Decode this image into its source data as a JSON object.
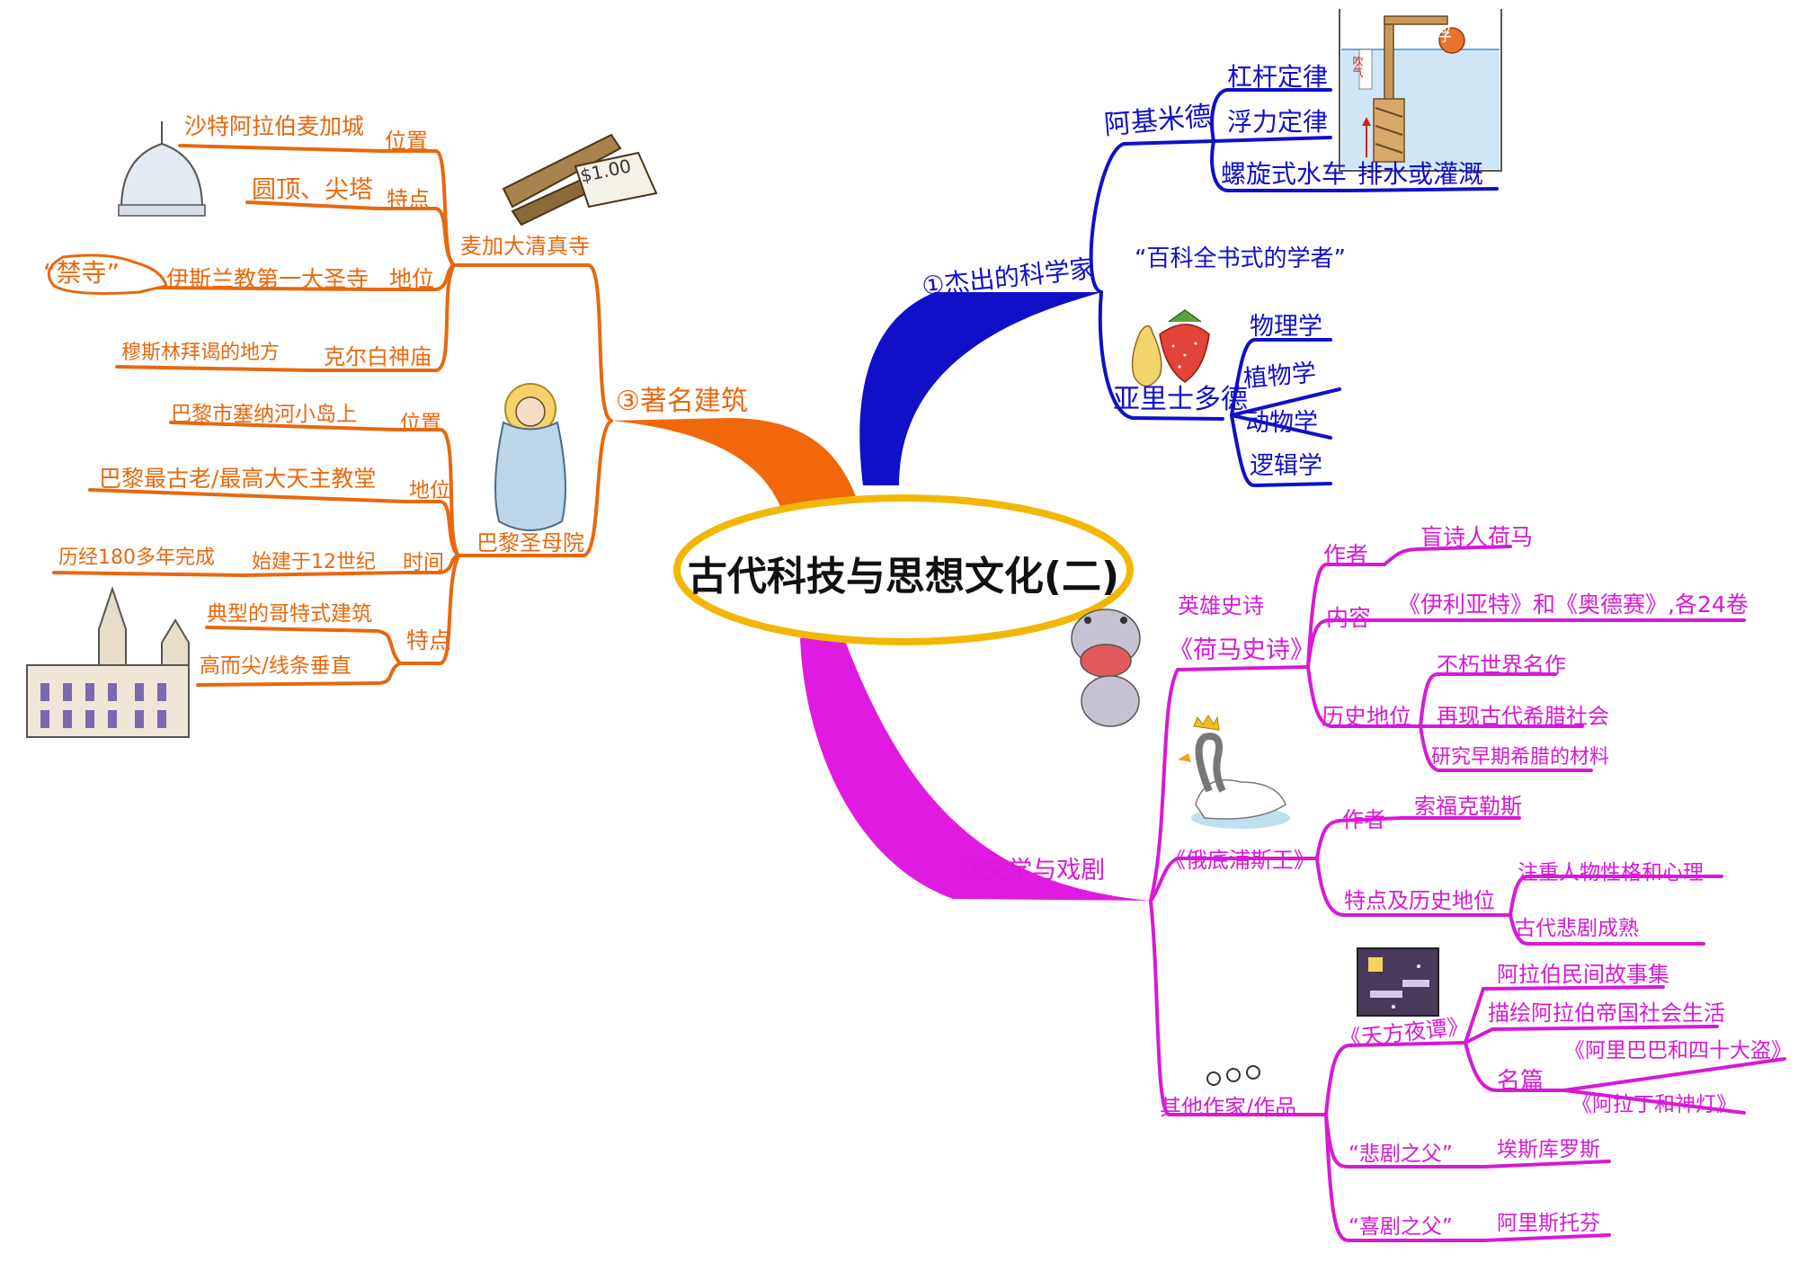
{
  "title": "古代科技与思想文化(二)",
  "colors": {
    "branch1": "#1010c8",
    "branch2": "#d61ad6",
    "branch3": "#e8680e",
    "center_ring": "#f2b705"
  },
  "branch1": {
    "label": "①杰出的科学家",
    "archimedes": {
      "name": "阿基米德",
      "items": [
        "杠杆定律",
        "浮力定律",
        "螺旋式水车"
      ],
      "screw_use": "排水或灌溉",
      "diagram_labels": [
        "浮",
        "吹气"
      ]
    },
    "encyclopedic": "“百科全书式的学者”",
    "aristotle": {
      "name": "亚里士多德",
      "items": [
        "物理学",
        "植物学",
        "动物学",
        "逻辑学"
      ]
    }
  },
  "branch2": {
    "label": "②文学与戏剧",
    "homer": {
      "name": "《荷马史诗》",
      "tag": "英雄史诗",
      "author_label": "作者",
      "author": "盲诗人荷马",
      "content_label": "内容",
      "content": "《伊利亚特》和《奥德赛》,各24卷",
      "status_label": "历史地位",
      "status": [
        "不朽世界名作",
        "再现古代希腊社会",
        "研究早期希腊的材料"
      ]
    },
    "oedipus": {
      "name": "《俄底浦斯王》",
      "author_label": "作者",
      "author": "索福克勒斯",
      "feature_label": "特点及历史地位",
      "features": [
        "注重人物性格和心理",
        "古代悲剧成熟"
      ]
    },
    "others": {
      "label": "其他作家/作品",
      "arabian": {
        "name": "《天方夜谭》",
        "items": [
          "阿拉伯民间故事集",
          "描绘阿拉伯帝国社会生活"
        ],
        "famous_label": "名篇",
        "famous": [
          "《阿里巴巴和四十大盗》",
          "《阿拉丁和神灯》"
        ]
      },
      "tragedy": {
        "title": "“悲剧之父”",
        "name": "埃斯库罗斯"
      },
      "comedy": {
        "title": "“喜剧之父”",
        "name": "阿里斯托芬"
      }
    }
  },
  "branch3": {
    "label": "③著名建筑",
    "mecca": {
      "name": "麦加大清真寺",
      "location_label": "位置",
      "location": "沙特阿拉伯麦加城",
      "feature_label": "特点",
      "feature": "圆顶、尖塔",
      "status_label": "地位",
      "status": "伊斯兰教第一大圣寺",
      "bubble": "“禁寺”",
      "kaaba_label": "克尔白神庙",
      "kaaba": "穆斯林拜谒的地方",
      "price_tag": "$1.00"
    },
    "notre_dame": {
      "name": "巴黎圣母院",
      "location_label": "位置",
      "location": "巴黎市塞纳河小岛上",
      "status_label": "地位",
      "status": "巴黎最古老/最高大天主教堂",
      "time_label": "时间",
      "time_start": "始建于12世纪",
      "time_span": "历经180多年完成",
      "feature_label": "特点",
      "features": [
        "典型的哥特式建筑",
        "高而尖/线条垂直"
      ]
    }
  }
}
